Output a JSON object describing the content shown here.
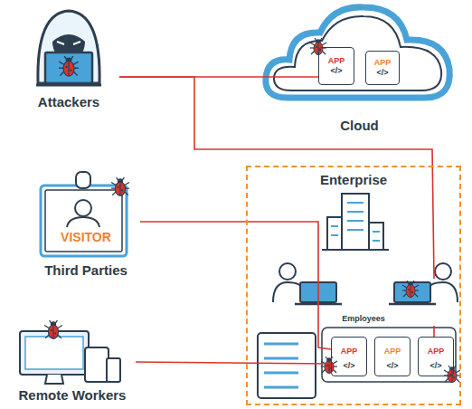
{
  "diagram": {
    "nodes": [
      {
        "text": [
          "Attackers"
        ]
      },
      {
        "text": [
          "Cloud"
        ]
      },
      {
        "text": [
          "APP",
          "</>"
        ],
        "in": 1
      },
      {
        "text": [
          "APP",
          "</>"
        ],
        "in": 1
      },
      {
        "text": [
          "VISITOR",
          "Third Parties"
        ]
      },
      {
        "text": [
          "Enterprise"
        ]
      },
      {
        "text": [
          "Employees"
        ],
        "in": 5
      },
      {
        "text": [
          "APP",
          "</>"
        ],
        "in": 5
      },
      {
        "text": [
          "APP",
          "</>"
        ],
        "in": 5
      },
      {
        "text": [
          "APP",
          "</>"
        ],
        "in": 5
      },
      {
        "text": [
          "Remote Workers"
        ]
      }
    ],
    "edges": [
      {
        "from": 0,
        "to": 2,
        "arrow": "none"
      },
      {
        "from": 0,
        "to": 6,
        "arrow": "none"
      },
      {
        "from": 6,
        "to": 9,
        "arrow": "none"
      },
      {
        "from": 4,
        "to": 7,
        "arrow": "none"
      },
      {
        "from": 10,
        "to": 7,
        "arrow": "none"
      }
    ]
  }
}
